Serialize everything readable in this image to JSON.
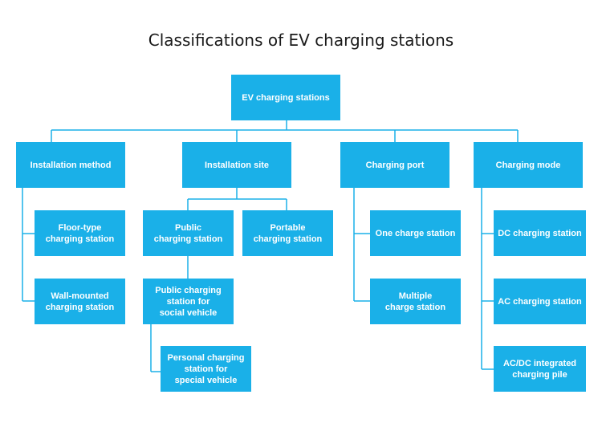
{
  "title": "Classifications of EV charging stations",
  "line_color": "#1ab0e8",
  "box_color": "#1ab0e8",
  "root": "EV charging stations",
  "categories": {
    "installation_method": "Installation method",
    "installation_site": "Installation site",
    "charging_port": "Charging port",
    "charging_mode": "Charging mode"
  },
  "installation_method": [
    "Floor-type\ncharging station",
    "Wall-mounted\ncharging station"
  ],
  "installation_site": {
    "public": "Public\ncharging station",
    "portable": "Portable\ncharging station",
    "public_social": "Public charging\nstation for\nsocial vehicle",
    "personal_special": "Personal charging\nstation for\nspecial vehicle"
  },
  "charging_port": [
    "One charge station",
    "Multiple\ncharge station"
  ],
  "charging_mode": [
    "DC charging station",
    "AC charging station",
    "AC/DC integrated\ncharging pile"
  ]
}
